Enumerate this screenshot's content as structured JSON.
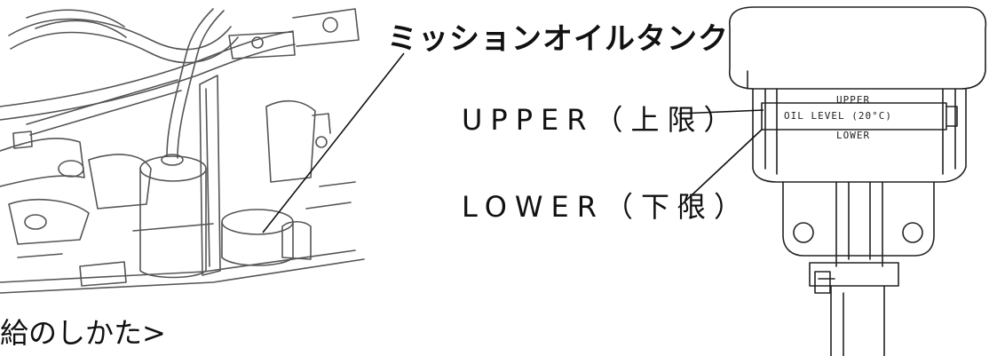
{
  "callouts": {
    "tank_label": "ミッションオイルタンク",
    "upper_label": "UPPER（上限）",
    "lower_label": "LOWER（下限）"
  },
  "gauge": {
    "upper_mark": "UPPER",
    "level_text": "OIL LEVEL (20°C)",
    "lower_mark": "LOWER"
  },
  "caption": "給のしかた>"
}
